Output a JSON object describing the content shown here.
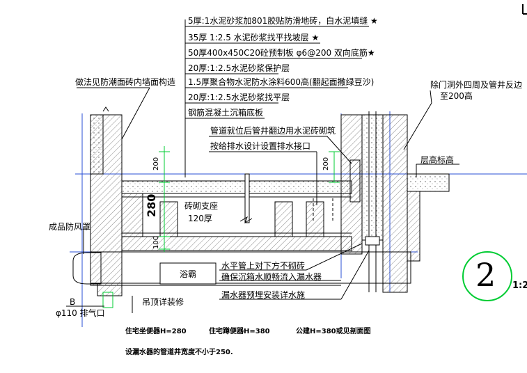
{
  "layer_notes": [
    "5厚:1水泥砂浆加801胶贴防滑地砖，白水泥填缝 ★",
    "35厚 1:2.5 水泥砂浆找平找坡层 ★",
    "50厚400x450C20砼预制板 φ6@200 双向底筋★",
    "20厚:1:2.5水泥砂浆保护层",
    "1.5厚聚合物水泥防水涂料600高(翻起面撒绿豆沙)",
    "20厚:1:2.5水泥砂浆找平层",
    "钢筋混凝土沉箱底板"
  ],
  "labels": {
    "wall_method": "做法见防潮面砖内墙面构造",
    "pipe_shaft_1": "管道就位后管井翻边用水泥砖砌筑",
    "pipe_shaft_2": "按给排水设计设置排水接口",
    "door_outside": "除门洞外四周及管井反边",
    "door_outside_2": "至200高",
    "floor_level": "层高标高",
    "brick_support": "砖砌支座",
    "brick_thickness": "120厚",
    "dim_280": "280",
    "dim_200a": "200",
    "dim_200b": "200",
    "dim_100": "100",
    "hood": "成品防风罩",
    "b_mark": "B",
    "exhaust": "φ110 排气口",
    "bath": "浴霸",
    "ceiling": "吊顶详装修",
    "water_pipe_1": "水平管上对下方不砌砖",
    "water_pipe_2": "确保沉箱水顺畅流入漏水器",
    "drain": "漏水器预埋安装详水施",
    "h_seat": "住宅坐便器H=280",
    "h_squat": "住宅蹲便器H=380",
    "h_public": "公建H=380或见剖面图",
    "note_width": "设漏水器的管道井宽度不小于250.",
    "circle_num": "2",
    "scale": "1:2"
  },
  "colors": {
    "line": "#000000",
    "grid_blue": "#2a4fd6",
    "dim_green": "#00cc33",
    "hatch": "#3a3a3a",
    "concrete": "#8a8a8a"
  }
}
